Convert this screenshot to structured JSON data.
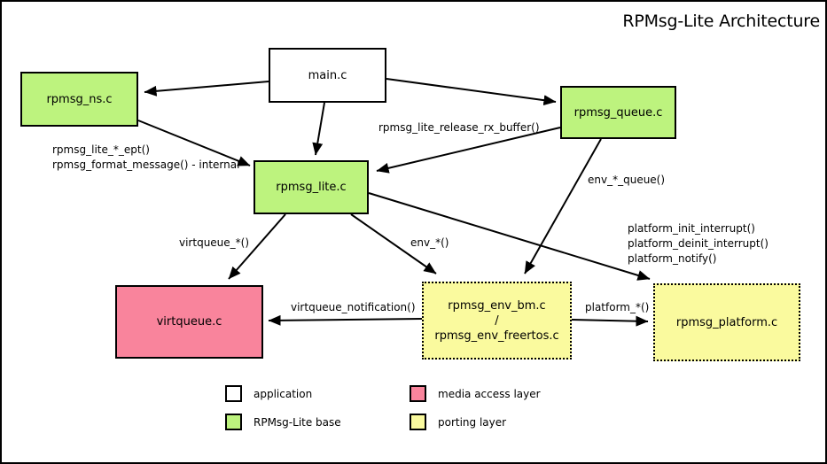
{
  "title": "RPMsg-Lite Architecture",
  "colors": {
    "application": "#ffffff",
    "rpmsg_lite_base": "#bdf37e",
    "media_access_layer": "#f9849c",
    "porting_layer": "#fafa9e",
    "line": "#000000"
  },
  "nodes": {
    "main": {
      "label": "main.c"
    },
    "rpmsg_ns": {
      "label": "rpmsg_ns.c"
    },
    "rpmsg_queue": {
      "label": "rpmsg_queue.c"
    },
    "rpmsg_lite": {
      "label": "rpmsg_lite.c"
    },
    "virtqueue": {
      "label": "virtqueue.c"
    },
    "rpmsg_env": {
      "line1": "rpmsg_env_bm.c",
      "line2": "/",
      "line3": "rpmsg_env_freertos.c"
    },
    "rpmsg_platform": {
      "label": "rpmsg_platform.c"
    }
  },
  "edge_labels": {
    "ept": {
      "line1": "rpmsg_lite_*_ept()",
      "line2": "rpmsg_format_message() - internal"
    },
    "release_rx": "rpmsg_lite_release_rx_buffer()",
    "env_queue": "env_*_queue()",
    "virtqueue_star": "virtqueue_*()",
    "env_star": "env_*()",
    "platform_fns": {
      "line1": "platform_init_interrupt()",
      "line2": "platform_deinit_interrupt()",
      "line3": "platform_notify()"
    },
    "virtqueue_notification": "virtqueue_notification()",
    "platform_star": "platform_*()"
  },
  "legend": {
    "items": [
      {
        "label": "application",
        "color": "#ffffff"
      },
      {
        "label": "RPMsg-Lite base",
        "color": "#bdf37e"
      },
      {
        "label": "media access layer",
        "color": "#f9849c"
      },
      {
        "label": "porting layer",
        "color": "#fafa9e"
      }
    ]
  }
}
